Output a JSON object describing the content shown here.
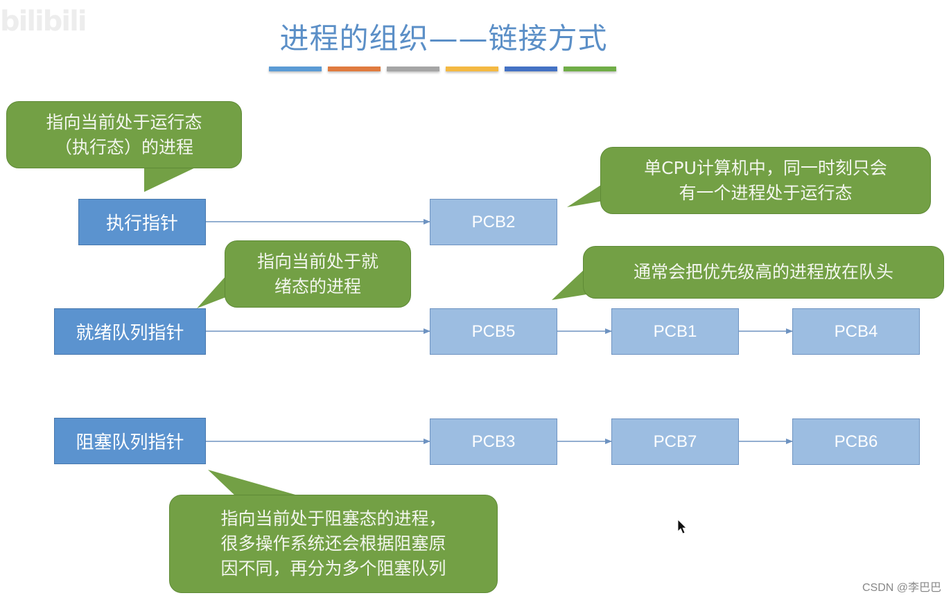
{
  "watermark": "bilibili",
  "title": "进程的组织——链接方式",
  "title_bar_colors": [
    "#5b9bd5",
    "#e07b3f",
    "#a5a5a5",
    "#f4b942",
    "#4472c4",
    "#70ad47"
  ],
  "pointers": {
    "running": "执行指针",
    "ready": "就绪队列指针",
    "blocked": "阻塞队列指针"
  },
  "queues": {
    "running": [
      "PCB2"
    ],
    "ready": [
      "PCB5",
      "PCB1",
      "PCB4"
    ],
    "blocked": [
      "PCB3",
      "PCB7",
      "PCB6"
    ]
  },
  "callouts": {
    "running_pointer": [
      "指向当前处于运行态",
      "（执行态）的进程"
    ],
    "single_cpu": [
      "单CPU计算机中，同一时刻只会",
      "有一个进程处于运行态"
    ],
    "ready_pointer": [
      "指向当前处于就",
      "绪态的进程"
    ],
    "priority": [
      "通常会把优先级高的进程放在队头"
    ],
    "blocked_pointer": [
      "指向当前处于阻塞态的进程，",
      "很多操作系统还会根据阻塞原",
      "因不同，再分为多个阻塞队列"
    ]
  },
  "credit": "CSDN @李巴巴",
  "colors": {
    "pointer_box": "#5b93cf",
    "pcb_box": "#9cbde1",
    "callout": "#73a045",
    "arrow": "#6e93c1"
  }
}
